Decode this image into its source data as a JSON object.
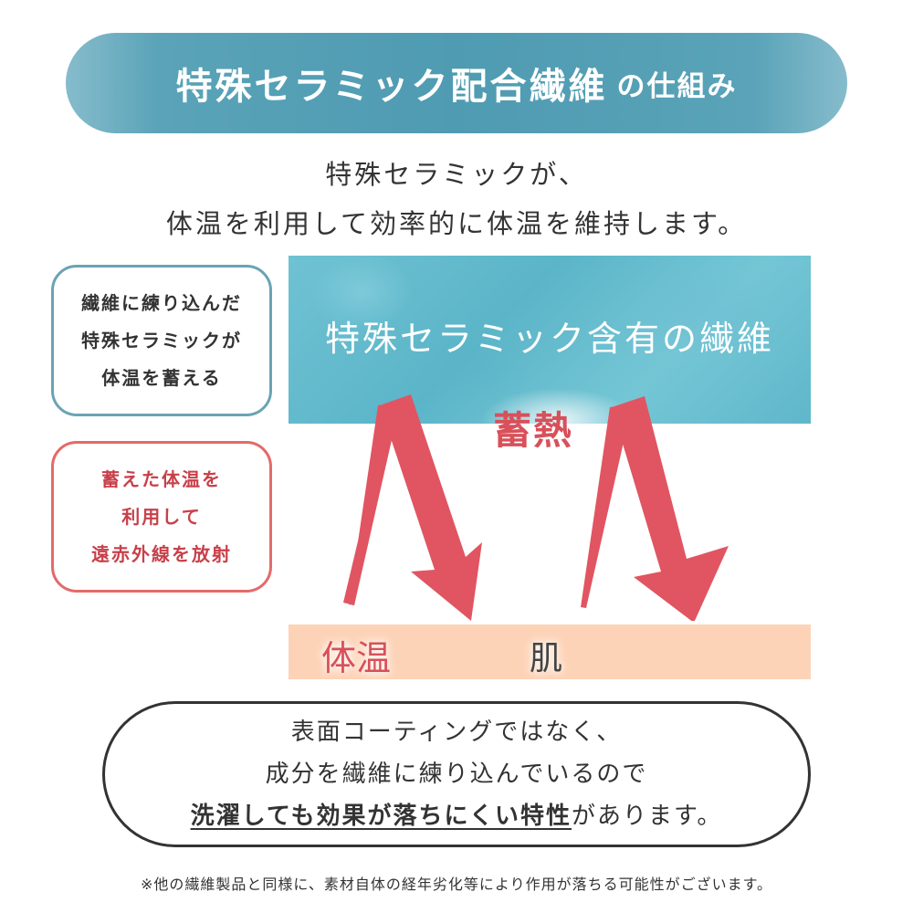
{
  "header": {
    "title_main": "特殊セラミック配合繊維",
    "title_sub": "の仕組み"
  },
  "lead": {
    "line1": "特殊セラミックが、",
    "line2": "体温を利用して効率的に体温を維持します。"
  },
  "side_boxes": {
    "store": {
      "lines": [
        "繊維に練り込んだ",
        "特殊セラミックが",
        "体温を蓄える"
      ],
      "border_color": "#6aa3b4"
    },
    "radiate": {
      "lines": [
        "蓄えた体温を",
        "利用して",
        "遠赤外線を放射"
      ],
      "border_color": "#e46a6a",
      "text_color": "#c8404a"
    }
  },
  "diagram": {
    "fiber_label": "特殊セラミック含有の繊維",
    "heat_label": "蓄熱",
    "skin_body_label": "体温",
    "skin_label": "肌",
    "arrow_color": "#e05561",
    "fiber_color": "#5bb5c8",
    "skin_color": "#fdd3b7"
  },
  "note": {
    "line1": "表面コーティングではなく、",
    "line2": "成分を繊維に練り込んでいるので",
    "line3_highlight": "洗濯しても効果が落ちにくい特性",
    "line3_rest": "があります。"
  },
  "footnote": "※他の繊維製品と同様に、素材自体の経年劣化等により作用が落ちる可能性がございます。"
}
